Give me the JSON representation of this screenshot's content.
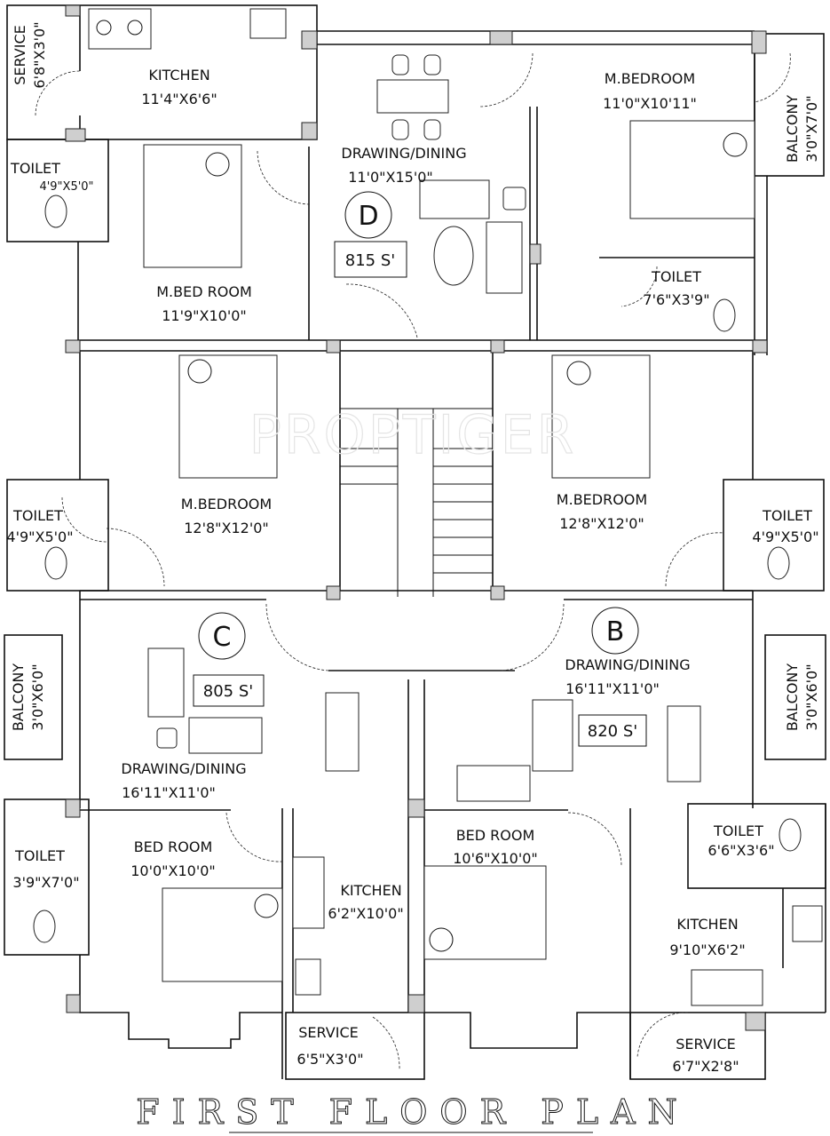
{
  "title": "FIRST FLOOR PLAN",
  "watermark": "PROPTIGER",
  "units": {
    "D": {
      "label": "D",
      "area": "815 S'",
      "service": {
        "name": "SERVICE",
        "dim": "6'8\"X3'0\""
      },
      "kitchen": {
        "name": "KITCHEN",
        "dim": "11'4\"X6'6\""
      },
      "toilet": {
        "name": "TOILET",
        "dim": "4'9\"X5'0\""
      },
      "mbed1": {
        "name": "M.BED ROOM",
        "dim": "11'9\"X10'0\""
      },
      "drawing": {
        "name": "DRAWING/DINING",
        "dim": "11'0\"X15'0\""
      },
      "mbed2": {
        "name": "M.BEDROOM",
        "dim": "11'0\"X10'11\""
      },
      "balcony": {
        "name": "BALCONY",
        "dim": "3'0\"X7'0\""
      },
      "toilet2": {
        "name": "TOILET",
        "dim": "7'6\"X3'9\""
      }
    },
    "C": {
      "label": "C",
      "area": "805 S'",
      "mbed": {
        "name": "M.BEDROOM",
        "dim": "12'8\"X12'0\""
      },
      "toilet1": {
        "name": "TOILET",
        "dim": "4'9\"X5'0\""
      },
      "balcony": {
        "name": "BALCONY",
        "dim": "3'0\"X6'0\""
      },
      "drawing": {
        "name": "DRAWING/DINING",
        "dim": "16'11\"X11'0\""
      },
      "bed": {
        "name": "BED ROOM",
        "dim": "10'0\"X10'0\""
      },
      "toilet2": {
        "name": "TOILET",
        "dim": "3'9\"X7'0\""
      },
      "kitchen": {
        "name": "KITCHEN",
        "dim": "6'2\"X10'0\""
      },
      "service": {
        "name": "SERVICE",
        "dim": "6'5\"X3'0\""
      }
    },
    "B": {
      "label": "B",
      "area": "820 S'",
      "mbed": {
        "name": "M.BEDROOM",
        "dim": "12'8\"X12'0\""
      },
      "toilet1": {
        "name": "TOILET",
        "dim": "4'9\"X5'0\""
      },
      "drawing": {
        "name": "DRAWING/DINING",
        "dim": "16'11\"X11'0\""
      },
      "balcony": {
        "name": "BALCONY",
        "dim": "3'0\"X6'0\""
      },
      "bed": {
        "name": "BED ROOM",
        "dim": "10'6\"X10'0\""
      },
      "toilet2": {
        "name": "TOILET",
        "dim": "6'6\"X3'6\""
      },
      "kitchen": {
        "name": "KITCHEN",
        "dim": "9'10\"X6'2\""
      },
      "service": {
        "name": "SERVICE",
        "dim": "6'7\"X2'8\""
      }
    }
  }
}
